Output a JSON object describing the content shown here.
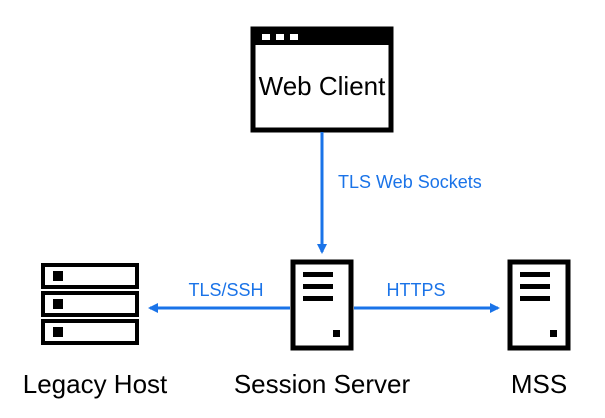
{
  "colors": {
    "arrow": "#1a73e8",
    "icon": "#000000"
  },
  "nodes": {
    "web_client": {
      "label": "Web Client",
      "icon": "browser-window-icon"
    },
    "session_server": {
      "label": "Session Server",
      "icon": "server-tower-icon"
    },
    "legacy_host": {
      "label": "Legacy Host",
      "icon": "server-rack-icon"
    },
    "mss": {
      "label": "MSS",
      "icon": "server-tower-icon"
    }
  },
  "edges": {
    "client_to_session": {
      "label": "TLS Web Sockets"
    },
    "session_to_legacy": {
      "label": "TLS/SSH"
    },
    "session_to_mss": {
      "label": "HTTPS"
    }
  }
}
